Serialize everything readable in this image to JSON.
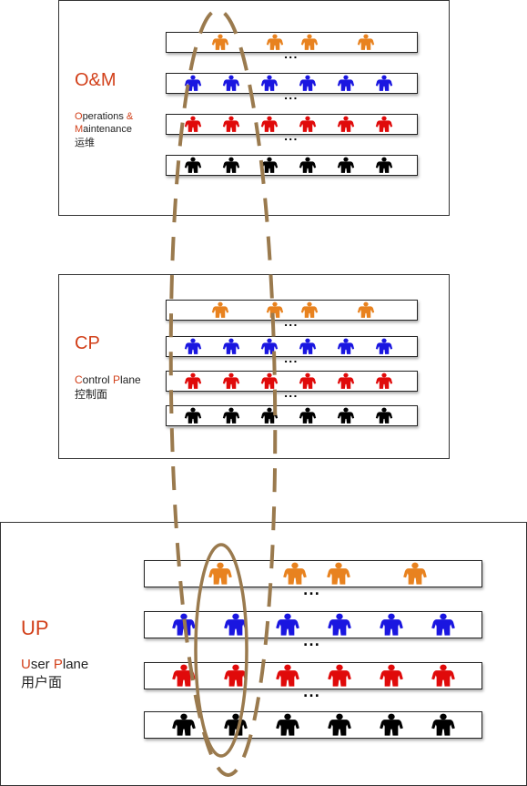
{
  "sections": [
    {
      "id": "om",
      "title": "O&M",
      "subtitle_parts": [
        {
          "text": "O",
          "hl": true
        },
        {
          "text": "perations ",
          "hl": false
        },
        {
          "text": "&",
          "hl": true
        },
        {
          "text": "\n",
          "hl": false
        },
        {
          "text": "M",
          "hl": true
        },
        {
          "text": "aintenance",
          "hl": false
        },
        {
          "text": "\n运维",
          "hl": false
        }
      ],
      "rows": [
        {
          "color": "orange",
          "pattern": [
            0,
            1,
            0,
            1,
            1,
            0,
            1,
            0,
            0,
            0
          ]
        },
        {
          "color": "blue",
          "pattern": [
            1,
            1,
            1,
            1,
            1,
            1
          ]
        },
        {
          "color": "red",
          "pattern": [
            1,
            1,
            1,
            1,
            1,
            1
          ]
        },
        {
          "color": "black",
          "pattern": [
            1,
            1,
            1,
            1,
            1,
            1
          ]
        }
      ],
      "ellipsis": "..."
    },
    {
      "id": "cp",
      "title": "CP",
      "subtitle_parts": [
        {
          "text": "C",
          "hl": true
        },
        {
          "text": "ontrol ",
          "hl": false
        },
        {
          "text": "P",
          "hl": true
        },
        {
          "text": "lane",
          "hl": false
        },
        {
          "text": "\n控制面",
          "hl": false
        }
      ],
      "rows": [
        {
          "color": "orange",
          "pattern": [
            0,
            1,
            0,
            1,
            1,
            0,
            1,
            0,
            0,
            0
          ]
        },
        {
          "color": "blue",
          "pattern": [
            1,
            1,
            1,
            1,
            1,
            1
          ]
        },
        {
          "color": "red",
          "pattern": [
            1,
            1,
            1,
            1,
            1,
            1
          ]
        },
        {
          "color": "black",
          "pattern": [
            1,
            1,
            1,
            1,
            1,
            1
          ]
        }
      ],
      "ellipsis": "..."
    },
    {
      "id": "up",
      "title": "UP",
      "subtitle_parts": [
        {
          "text": "U",
          "hl": true
        },
        {
          "text": "ser ",
          "hl": false
        },
        {
          "text": "P",
          "hl": true
        },
        {
          "text": "lane",
          "hl": false
        },
        {
          "text": "\n用户面",
          "hl": false
        }
      ],
      "rows": [
        {
          "color": "orange",
          "pattern": [
            0,
            1,
            0,
            1,
            1,
            0,
            1,
            0,
            0,
            0
          ]
        },
        {
          "color": "blue",
          "pattern": [
            1,
            1,
            1,
            1,
            1,
            1
          ]
        },
        {
          "color": "red",
          "pattern": [
            1,
            1,
            1,
            1,
            1,
            1
          ]
        },
        {
          "color": "black",
          "pattern": [
            1,
            1,
            1,
            1,
            1,
            1
          ]
        }
      ],
      "ellipsis": "..."
    }
  ],
  "colors": {
    "orange": "#e8821f",
    "blue": "#1a16e0",
    "red": "#e00a0a",
    "black": "#000000",
    "accent": "#d2401a",
    "highlight_ellipse": "#9a7a4e"
  },
  "annotations": {
    "dashed_ellipse": "spans all three planes",
    "solid_ellipse": "one column in UP"
  }
}
